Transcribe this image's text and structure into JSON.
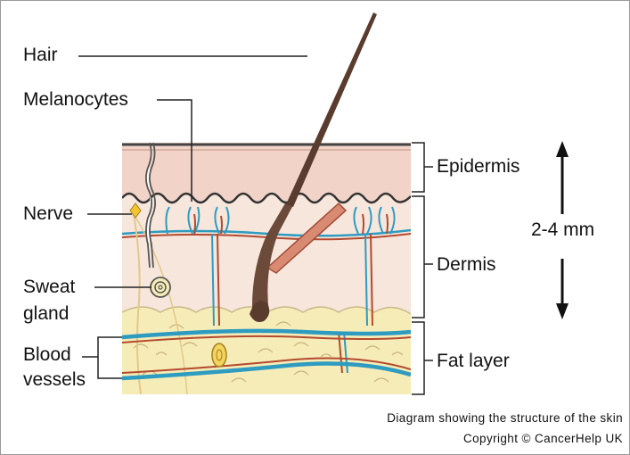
{
  "labels": {
    "hair": "Hair",
    "melanocytes": "Melanocytes",
    "nerve": "Nerve",
    "sweat_gland_line1": "Sweat",
    "sweat_gland_line2": "gland",
    "blood_vessels_line1": "Blood",
    "blood_vessels_line2": "vessels",
    "epidermis": "Epidermis",
    "dermis": "Dermis",
    "fat_layer": "Fat layer",
    "thickness": "2-4 mm"
  },
  "caption": {
    "line1": "Diagram showing the structure of the skin",
    "line2": "Copyright © CancerHelp UK"
  },
  "colors": {
    "epidermis": "#f1d3c7",
    "dermis": "#f7e6dc",
    "fat": "#f6ecb8",
    "vessel_blue": "#2e9bc0",
    "vessel_red": "#b34a2f",
    "hair": "#5a3c2e",
    "outline": "#333333"
  }
}
